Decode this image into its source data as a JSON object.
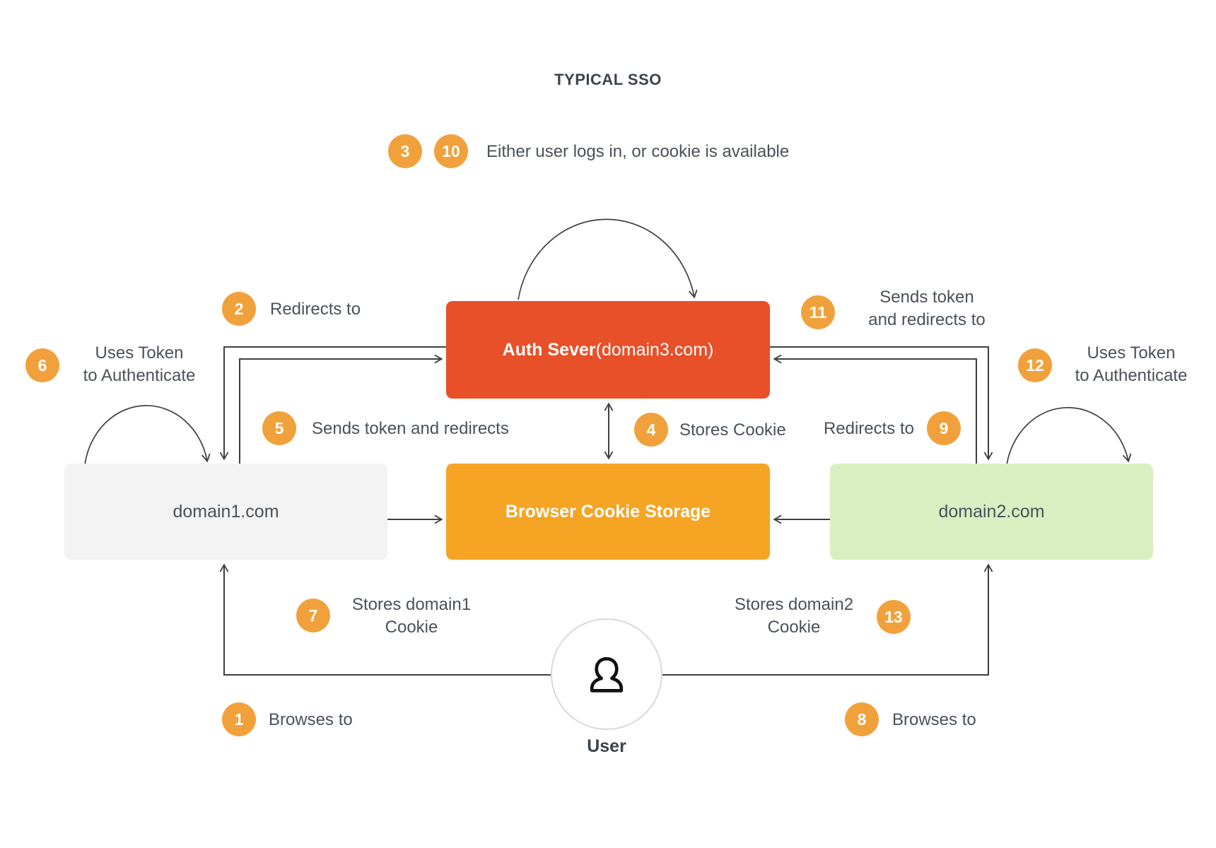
{
  "title": "TYPICAL SSO",
  "colors": {
    "badge_orange": "#f1a13b",
    "auth_red": "#e8502a",
    "cookie_orange": "#f5a424",
    "domain1_gray": "#f3f3f3",
    "domain2_green": "#d9efc2",
    "line": "#3f3f3f",
    "text_dark": "#4a5159"
  },
  "nodes": {
    "auth_server": {
      "label_bold": "Auth Sever",
      "label_rest": " (domain3.com)"
    },
    "cookie_storage": {
      "label": "Browser Cookie Storage"
    },
    "domain1": {
      "label": "domain1.com"
    },
    "domain2": {
      "label": "domain2.com"
    },
    "user": {
      "label": "User"
    }
  },
  "annotations": {
    "login": {
      "badge_a": "3",
      "badge_b": "10",
      "text": "Either user logs in, or cookie is available"
    },
    "redirects_to_left": {
      "badge": "2",
      "text": "Redirects to"
    },
    "sends_token_redirects": {
      "badge": "5",
      "text": "Sends token and redirects"
    },
    "uses_token_left": {
      "badge": "6",
      "line1": "Uses Token",
      "line2": "to Authenticate"
    },
    "stores_cookie": {
      "badge": "4",
      "text": "Stores Cookie"
    },
    "redirects_to_right": {
      "badge": "9",
      "text": "Redirects to"
    },
    "sends_token_redirects_to": {
      "badge": "11",
      "line1": "Sends token",
      "line2": "and redirects to"
    },
    "uses_token_right": {
      "badge": "12",
      "line1": "Uses Token",
      "line2": "to Authenticate"
    },
    "stores_domain1": {
      "badge": "7",
      "line1": "Stores domain1",
      "line2": "Cookie"
    },
    "stores_domain2": {
      "badge": "13",
      "line1": "Stores domain2",
      "line2": "Cookie"
    },
    "browses_left": {
      "badge": "1",
      "text": "Browses to"
    },
    "browses_right": {
      "badge": "8",
      "text": "Browses to"
    }
  }
}
